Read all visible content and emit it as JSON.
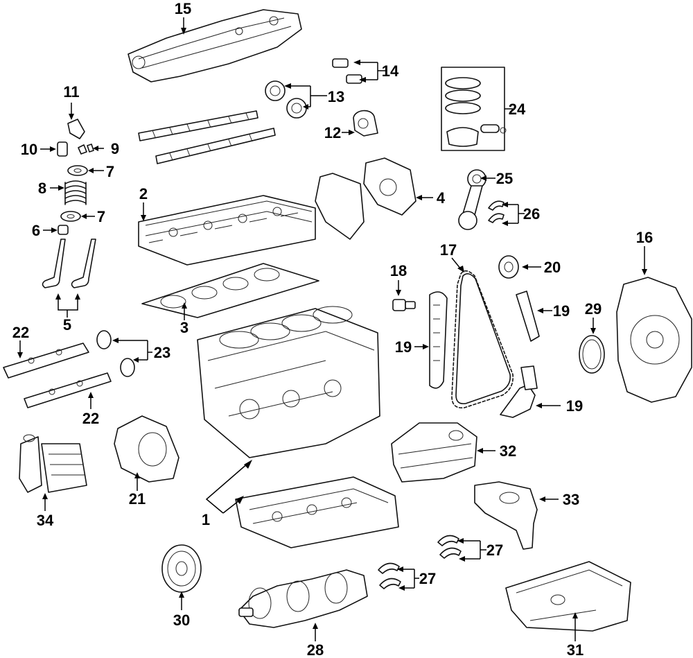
{
  "callouts": {
    "c1": "1",
    "c2": "2",
    "c3": "3",
    "c4": "4",
    "c5": "5",
    "c6": "6",
    "c7a": "7",
    "c7b": "7",
    "c8": "8",
    "c9": "9",
    "c10": "10",
    "c11": "11",
    "c12": "12",
    "c13": "13",
    "c14": "14",
    "c15": "15",
    "c16": "16",
    "c17": "17",
    "c18": "18",
    "c19a": "19",
    "c19b": "19",
    "c19c": "19",
    "c20": "20",
    "c21": "21",
    "c22a": "22",
    "c22b": "22",
    "c23": "23",
    "c24": "24",
    "c25": "25",
    "c26": "26",
    "c27a": "27",
    "c27b": "27",
    "c28": "28",
    "c29": "29",
    "c30": "30",
    "c31": "31",
    "c32": "32",
    "c33": "33",
    "c34": "34"
  },
  "colors": {
    "line": "#111111",
    "background": "#ffffff"
  }
}
